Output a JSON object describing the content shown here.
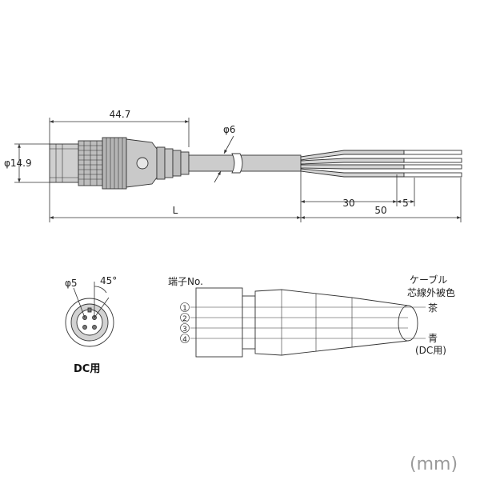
{
  "dimensions": {
    "overall_length": "44.7",
    "diameter_body": "φ14.9",
    "diameter_cable": "φ6",
    "length_30": "30",
    "length_5": "5",
    "length_50": "50",
    "length_L": "L",
    "pin_diameter": "φ5",
    "pin_angle": "45°"
  },
  "labels": {
    "front_view": "DC用",
    "terminal_no": "端子No.",
    "cable_color_line1": "ケーブル",
    "cable_color_line2": "芯線外被色",
    "color_brown": "茶",
    "color_blue": "青",
    "blue_note": "(DC用)",
    "units": "(mm)"
  },
  "terminals": [
    "1",
    "2",
    "3",
    "4"
  ],
  "colors": {
    "body_fill": "#c9c9c9",
    "line": "#333333",
    "units_text": "#9a9a9a"
  }
}
